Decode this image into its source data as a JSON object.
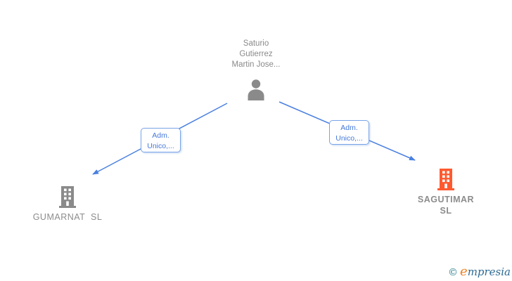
{
  "diagram": {
    "person": {
      "name": "Saturio\nGutierrez\nMartin Jose...",
      "icon": "person-icon",
      "icon_color": "#808080"
    },
    "edges": [
      {
        "label": "Adm.\nUnico,...",
        "from": "Saturio Gutierrez Martin Jose...",
        "to": "GUMARNAT SL"
      },
      {
        "label": "Adm.\nUnico,...",
        "from": "Saturio Gutierrez Martin Jose...",
        "to": "SAGUTIMAR SL"
      }
    ],
    "companies": [
      {
        "name": "GUMARNAT  SL",
        "icon": "building-icon",
        "icon_color": "#8a8a8a",
        "highlighted": false
      },
      {
        "name": "SAGUTIMAR\nSL",
        "icon": "building-icon",
        "icon_color": "#ff5a2f",
        "highlighted": true
      }
    ],
    "colors": {
      "edge_blue": "#4a80e0",
      "edge_label_text": "#4478d8",
      "edge_label_border": "#78a4e8",
      "node_gray": "#8a8a8a",
      "company_orange": "#ff5a2f",
      "text_gray": "#8c8c8c"
    }
  },
  "footer": {
    "copyright_symbol": "©",
    "brand_initial": "e",
    "brand_rest": "mpresia"
  }
}
